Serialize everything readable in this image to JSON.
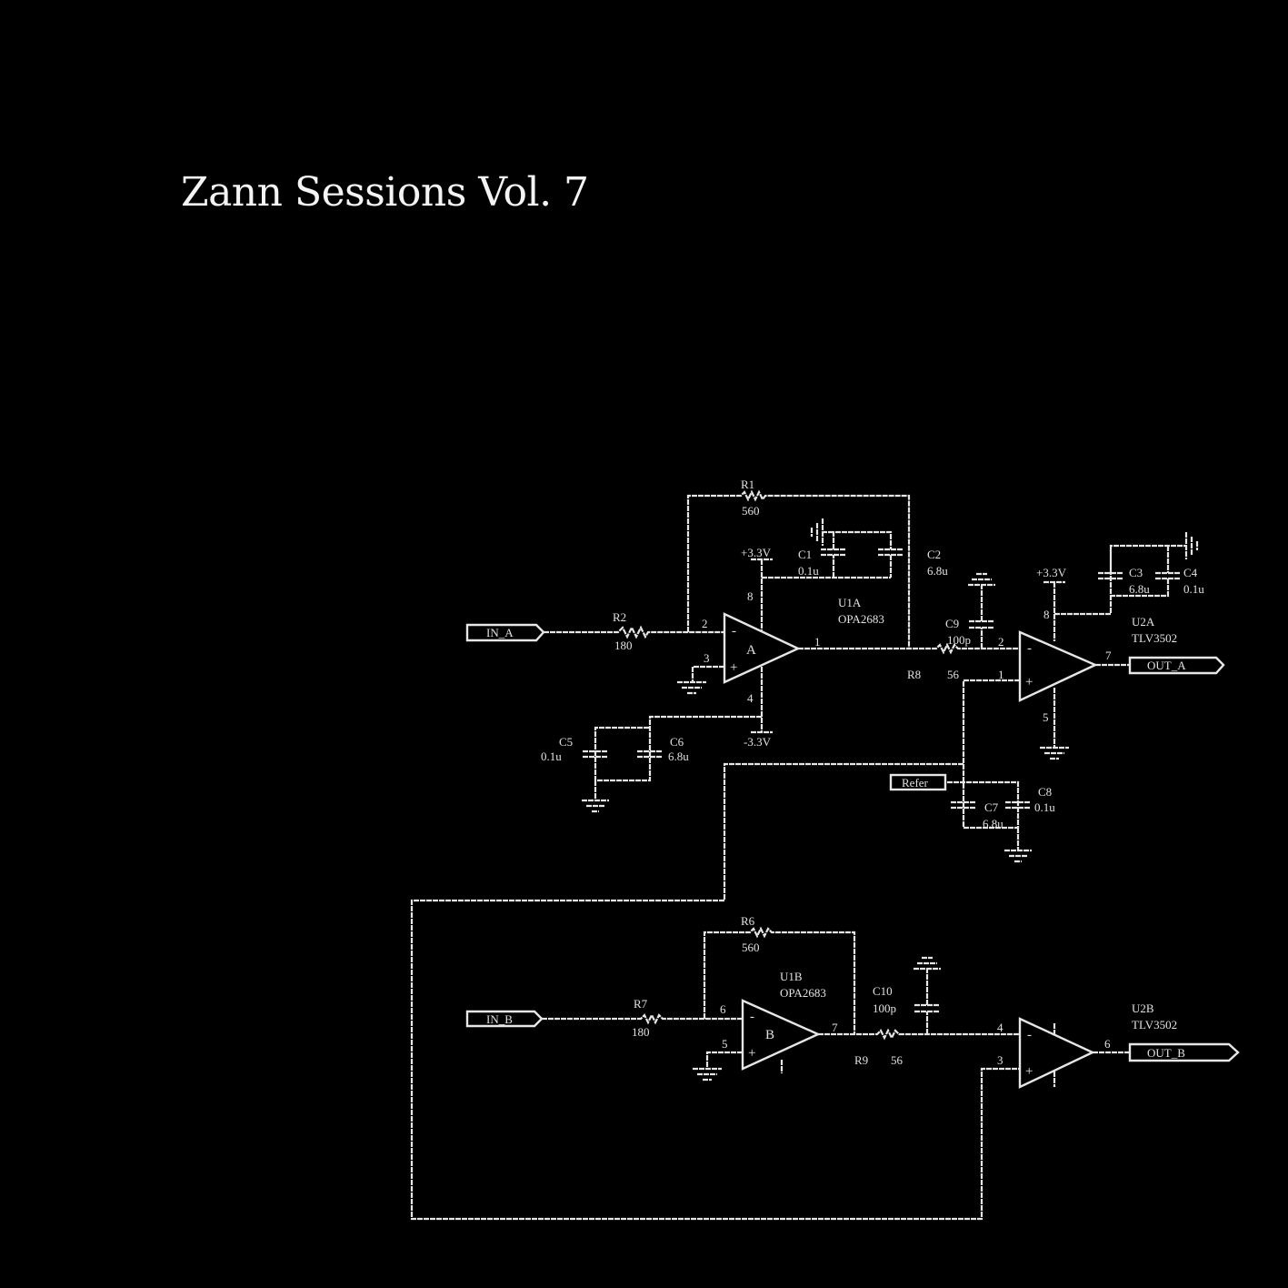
{
  "cover": {
    "title": "Zann Sessions Vol. 7"
  },
  "colors": {
    "background": "#000000",
    "ink": "#e6e6e6"
  },
  "top": {
    "in_label": "IN_A",
    "out_label": "OUT_A",
    "ref_label": "Refer",
    "r1": "R1",
    "r1_val": "560",
    "r2": "R2",
    "r2_val": "180",
    "r8": "R8",
    "r8_val": "56",
    "c1": "C1",
    "c1_val": "0.1u",
    "c2": "C2",
    "c2_val": "6.8u",
    "c3": "C3",
    "c3_val": "6.8u",
    "c4": "C4",
    "c4_val": "0.1u",
    "c5": "C5",
    "c5_val": "0.1u",
    "c6": "C6",
    "c6_val": "6.8u",
    "c7": "C7",
    "c7_val": "6.8u",
    "c8": "C8",
    "c8_val": "0.1u",
    "c9": "C9",
    "c9_val": "100p",
    "u1": "U1A",
    "u1_part": "OPA2683",
    "u1_unit": "A",
    "u2": "U2A",
    "u2_part": "TLV3502",
    "vpos": "+3.3V",
    "vneg": "-3.3V",
    "vpos2": "+3.3V",
    "pins": [
      "2",
      "3",
      "1",
      "8",
      "4",
      "2",
      "1",
      "7",
      "8",
      "5"
    ],
    "minus": "-",
    "plus": "+"
  },
  "bottom": {
    "in_label": "IN_B",
    "out_label": "OUT_B",
    "r6": "R6",
    "r6_val": "560",
    "r7": "R7",
    "r7_val": "180",
    "r9": "R9",
    "r9_val": "56",
    "c10": "C10",
    "c10_val": "100p",
    "u1": "U1B",
    "u1_part": "OPA2683",
    "u1_unit": "B",
    "u2": "U2B",
    "u2_part": "TLV3502",
    "pins": [
      "6",
      "5",
      "7",
      "4",
      "3",
      "6"
    ],
    "minus": "-",
    "plus": "+"
  }
}
